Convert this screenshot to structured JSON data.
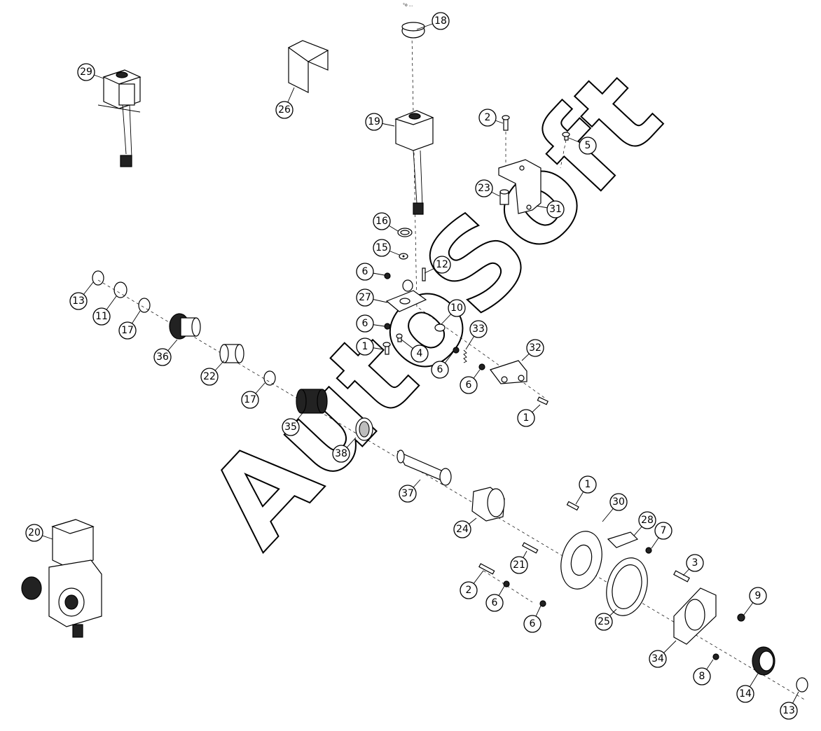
{
  "watermark": "AutoSoft",
  "top_mark": "°o …",
  "callouts": [
    {
      "id": "c18",
      "label": "18"
    },
    {
      "id": "c19",
      "label": "19"
    },
    {
      "id": "c26",
      "label": "26"
    },
    {
      "id": "c29",
      "label": "29"
    },
    {
      "id": "c2a",
      "label": "2"
    },
    {
      "id": "c5",
      "label": "5"
    },
    {
      "id": "c23",
      "label": "23"
    },
    {
      "id": "c31",
      "label": "31"
    },
    {
      "id": "c16",
      "label": "16"
    },
    {
      "id": "c15",
      "label": "15"
    },
    {
      "id": "c12",
      "label": "12"
    },
    {
      "id": "c6a",
      "label": "6"
    },
    {
      "id": "c27",
      "label": "27"
    },
    {
      "id": "c10",
      "label": "10"
    },
    {
      "id": "c6b",
      "label": "6"
    },
    {
      "id": "c33",
      "label": "33"
    },
    {
      "id": "c1a",
      "label": "1"
    },
    {
      "id": "c4",
      "label": "4"
    },
    {
      "id": "c6c",
      "label": "6"
    },
    {
      "id": "c32",
      "label": "32"
    },
    {
      "id": "c6d",
      "label": "6"
    },
    {
      "id": "c1b",
      "label": "1"
    },
    {
      "id": "c13a",
      "label": "13"
    },
    {
      "id": "c11",
      "label": "11"
    },
    {
      "id": "c17a",
      "label": "17"
    },
    {
      "id": "c36",
      "label": "36"
    },
    {
      "id": "c22",
      "label": "22"
    },
    {
      "id": "c17b",
      "label": "17"
    },
    {
      "id": "c35",
      "label": "35"
    },
    {
      "id": "c38",
      "label": "38"
    },
    {
      "id": "c37",
      "label": "37"
    },
    {
      "id": "c24",
      "label": "24"
    },
    {
      "id": "c20",
      "label": "20"
    },
    {
      "id": "c1c",
      "label": "1"
    },
    {
      "id": "c30",
      "label": "30"
    },
    {
      "id": "c28",
      "label": "28"
    },
    {
      "id": "c7",
      "label": "7"
    },
    {
      "id": "c21",
      "label": "21"
    },
    {
      "id": "c3",
      "label": "3"
    },
    {
      "id": "c2b",
      "label": "2"
    },
    {
      "id": "c6e",
      "label": "6"
    },
    {
      "id": "c6f",
      "label": "6"
    },
    {
      "id": "c25",
      "label": "25"
    },
    {
      "id": "c9",
      "label": "9"
    },
    {
      "id": "c34",
      "label": "34"
    },
    {
      "id": "c8",
      "label": "8"
    },
    {
      "id": "c14",
      "label": "14"
    },
    {
      "id": "c13b",
      "label": "13"
    }
  ]
}
